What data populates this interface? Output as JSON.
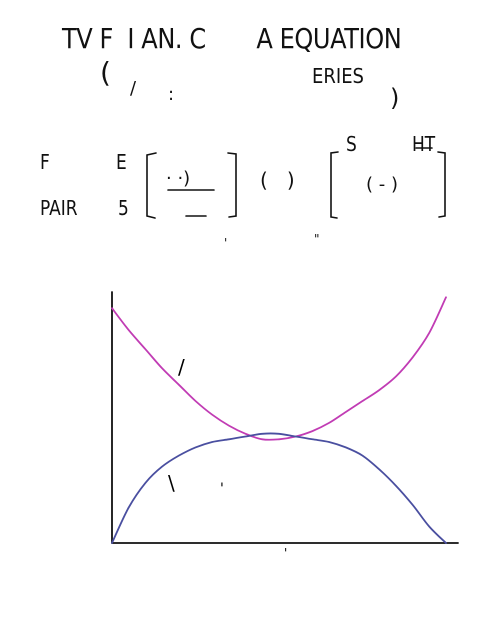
{
  "header": {
    "title": "TV F  I AN. C       A EQUATION",
    "sub_open": "(",
    "sub_tick": "/",
    "sub_colon": ":",
    "sub_series": "ERIES",
    "sub_close": ")"
  },
  "matrix": {
    "row1_left": "F",
    "row1_mid": "E",
    "row2_left": "PAIR",
    "row2_mid": "5",
    "col_s": "S",
    "col_ht": "HT",
    "cell_a": "· ·)",
    "cell_b": "(   )",
    "cell_c": "( - )",
    "frag_a": "'",
    "frag_b": "\""
  },
  "chart_data": {
    "type": "line",
    "xlim": [
      0,
      1
    ],
    "ylim": [
      0,
      1
    ],
    "grid": false,
    "series": [
      {
        "color": "#c13cb4",
        "x": [
          0,
          0.05,
          0.1,
          0.15,
          0.2,
          0.25,
          0.3,
          0.35,
          0.4,
          0.45,
          0.5,
          0.55,
          0.6,
          0.65,
          0.7,
          0.75,
          0.8,
          0.85,
          0.9,
          0.95,
          1.0
        ],
        "y": [
          0.86,
          0.78,
          0.71,
          0.64,
          0.58,
          0.52,
          0.47,
          0.43,
          0.4,
          0.38,
          0.38,
          0.39,
          0.41,
          0.44,
          0.48,
          0.52,
          0.56,
          0.61,
          0.68,
          0.77,
          0.9
        ]
      },
      {
        "color": "#4a4fa0",
        "x": [
          0,
          0.05,
          0.1,
          0.15,
          0.2,
          0.25,
          0.3,
          0.35,
          0.4,
          0.45,
          0.5,
          0.55,
          0.6,
          0.65,
          0.7,
          0.75,
          0.8,
          0.85,
          0.9,
          0.95,
          1.0
        ],
        "y": [
          0,
          0.13,
          0.22,
          0.28,
          0.32,
          0.35,
          0.37,
          0.38,
          0.39,
          0.4,
          0.4,
          0.39,
          0.38,
          0.37,
          0.35,
          0.32,
          0.27,
          0.21,
          0.14,
          0.06,
          0
        ]
      }
    ],
    "annotations": [
      {
        "text": "/"
      },
      {
        "text": "\\"
      },
      {
        "text": "'"
      }
    ],
    "axis_tick": "'"
  }
}
